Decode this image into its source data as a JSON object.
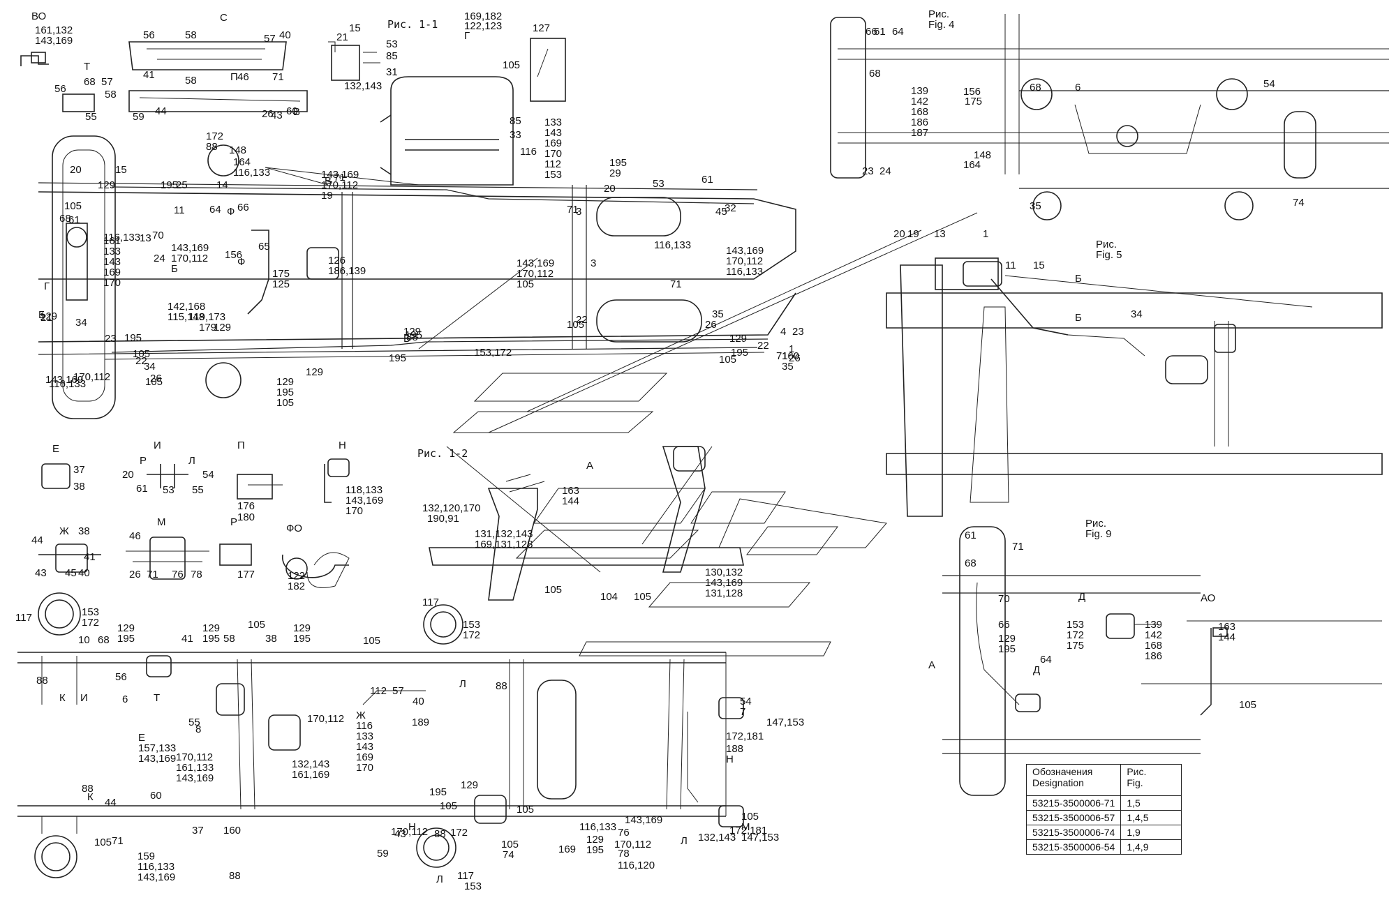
{
  "diagram": {
    "figures": {
      "fig1_1": "Рис. 1-1",
      "fig1_2": "Рис. 1-2",
      "fig4": [
        "Рис.",
        "Fig. 4"
      ],
      "fig5": [
        "Рис.",
        "Fig. 5"
      ],
      "fig9": [
        "Рис.",
        "Fig. 9"
      ]
    },
    "callouts": {
      "fig1_1": [
        "ВО",
        "161,132",
        "143,169",
        "С",
        "56",
        "58",
        "57",
        "40",
        "41",
        "Т",
        "68",
        "57",
        "56",
        "58",
        "55",
        "П",
        "58",
        "46",
        "71",
        "44",
        "60",
        "43",
        "59",
        "26",
        "В",
        "15",
        "21",
        "53",
        "85",
        "31",
        "132,143",
        "169,182",
        "122,123",
        "Г",
        "127",
        "105",
        "85",
        "33",
        "116",
        "133",
        "143",
        "169",
        "170",
        "112",
        "153",
        "172",
        "88",
        "148",
        "164",
        "116,133",
        "143,169",
        "170,112",
        "19",
        "20",
        "15",
        "129",
        "195",
        "25",
        "В",
        "71",
        "105",
        "61",
        "64",
        "66",
        "68",
        "Ф",
        "11",
        "70",
        "13",
        "161",
        "133",
        "143",
        "169",
        "170",
        "116,133",
        "143,169",
        "170,112",
        "Б",
        "14",
        "65",
        "Ф",
        "156",
        "175",
        "125",
        "126",
        "186,139",
        "142,168",
        "115,148",
        "119,173",
        "179",
        "129",
        "195",
        "29",
        "20",
        "53",
        "61",
        "45",
        "32",
        "71",
        "3",
        "116,133",
        "143,169",
        "170,112",
        "116,133",
        "143,169",
        "170,112",
        "105",
        "3",
        "71",
        "105",
        "22",
        "21",
        "35",
        "26",
        "105",
        "129",
        "195",
        "71",
        "26",
        "1",
        "Б",
        "Г",
        "Б",
        "34",
        "23",
        "22",
        "160",
        "35",
        "4",
        "23",
        "24",
        "129",
        "195",
        "129",
        "195",
        "116,133",
        "143,169",
        "170,112",
        "105",
        "22",
        "34",
        "26",
        "105",
        "129",
        "195",
        "105",
        "129",
        "195",
        "88",
        "153,172"
      ],
      "fig1_2": [
        "А",
        "163",
        "144",
        "132,120,170",
        "190,91",
        "131,132,143",
        "169,131,128",
        "105",
        "104",
        "105",
        "130,132",
        "143,169",
        "131,128"
      ],
      "details": [
        "Е",
        "37",
        "38",
        "И",
        "Р",
        "Л",
        "20",
        "54",
        "61",
        "53",
        "55",
        "П",
        "Н",
        "118,133",
        "143,169",
        "170",
        "176",
        "180",
        "Ж",
        "38",
        "44",
        "41",
        "43",
        "45",
        "40",
        "М",
        "46",
        "26",
        "71",
        "76",
        "78",
        "Р",
        "177",
        "ФО",
        "122",
        "182"
      ],
      "fig_bottom": [
        "117",
        "153",
        "172",
        "10",
        "68",
        "129",
        "195",
        "129",
        "195",
        "105",
        "129",
        "195",
        "41",
        "58",
        "38",
        "105",
        "117",
        "153",
        "172",
        "88",
        "56",
        "К",
        "И",
        "6",
        "Т",
        "55",
        "8",
        "Е",
        "157,133",
        "143,169",
        "170,112",
        "161,133",
        "143,169",
        "170,112",
        "Ж",
        "116",
        "133",
        "143",
        "169",
        "170",
        "112",
        "57",
        "40",
        "Л",
        "88",
        "54",
        "7",
        "147,153",
        "172,181",
        "188",
        "Н",
        "132,143",
        "161,169",
        "129",
        "195",
        "88",
        "К",
        "44",
        "60",
        "37",
        "160",
        "71",
        "105",
        "159",
        "116,133",
        "143,169",
        "170,112",
        "43",
        "59",
        "105",
        "105",
        "105",
        "74",
        "129",
        "195",
        "116,133",
        "143,169",
        "170,112",
        "76",
        "78",
        "116,120",
        "132,143",
        "169",
        "105",
        "М",
        "147,153",
        "172,181",
        "189",
        "Н",
        "Л",
        "117",
        "153",
        "172",
        "88",
        "88",
        "Л",
        "105"
      ],
      "fig4": [
        "66",
        "61",
        "64",
        "68",
        "139",
        "142",
        "168",
        "186",
        "187",
        "156",
        "175",
        "148",
        "164",
        "23",
        "24",
        "68",
        "6",
        "54",
        "35",
        "74"
      ],
      "fig5": [
        "20",
        "19",
        "13",
        "1",
        "11",
        "15",
        "Б",
        "Б",
        "34"
      ],
      "fig9": [
        "61",
        "68",
        "71",
        "70",
        "66",
        "129",
        "195",
        "64",
        "Д",
        "Д",
        "153",
        "172",
        "175",
        "139",
        "142",
        "168",
        "186",
        "АО",
        "163",
        "144",
        "105",
        "А"
      ]
    }
  },
  "legend": {
    "header": {
      "col1": [
        "Обозначения",
        "Designation"
      ],
      "col2": [
        "Рис.",
        "Fig."
      ]
    },
    "rows": [
      {
        "designation": "53215-3500006-71",
        "fig": "1,5"
      },
      {
        "designation": "53215-3500006-57",
        "fig": "1,4,5"
      },
      {
        "designation": "53215-3500006-74",
        "fig": "1,9"
      },
      {
        "designation": "53215-3500006-54",
        "fig": "1,4,9"
      }
    ]
  }
}
